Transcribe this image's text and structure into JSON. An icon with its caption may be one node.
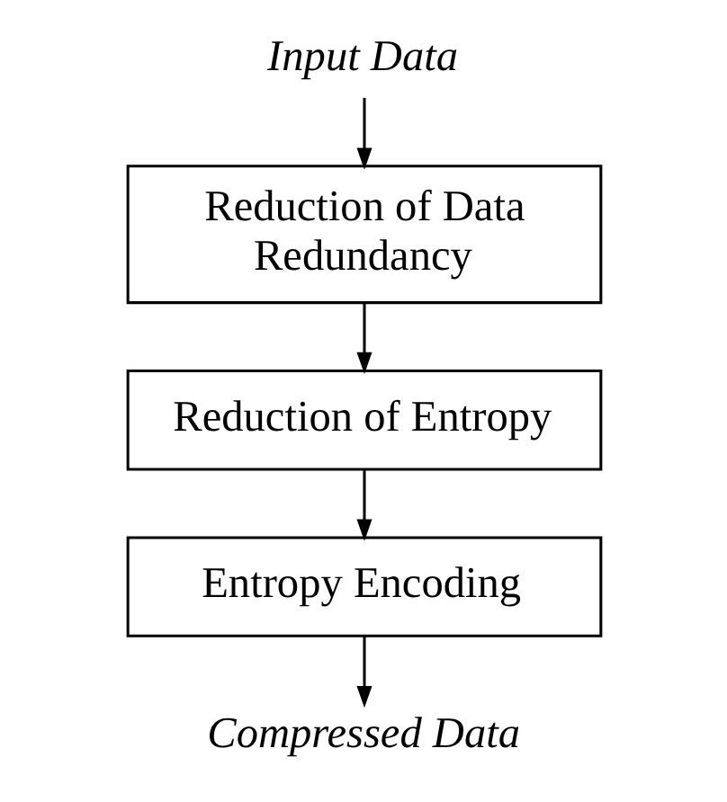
{
  "diagram": {
    "nodes": [
      {
        "text": [
          "Input Data"
        ]
      },
      {
        "text": [
          "Reduction of Data Redundancy"
        ]
      },
      {
        "text": [
          "Reduction of Entropy"
        ]
      },
      {
        "text": [
          "Entropy Encoding"
        ]
      },
      {
        "text": [
          "Compressed Data"
        ]
      }
    ],
    "edges": [
      {
        "from": 0,
        "to": 1,
        "arrow": "to"
      },
      {
        "from": 1,
        "to": 2,
        "arrow": "to"
      },
      {
        "from": 2,
        "to": 3,
        "arrow": "to"
      },
      {
        "from": 3,
        "to": 4,
        "arrow": "to"
      }
    ]
  }
}
